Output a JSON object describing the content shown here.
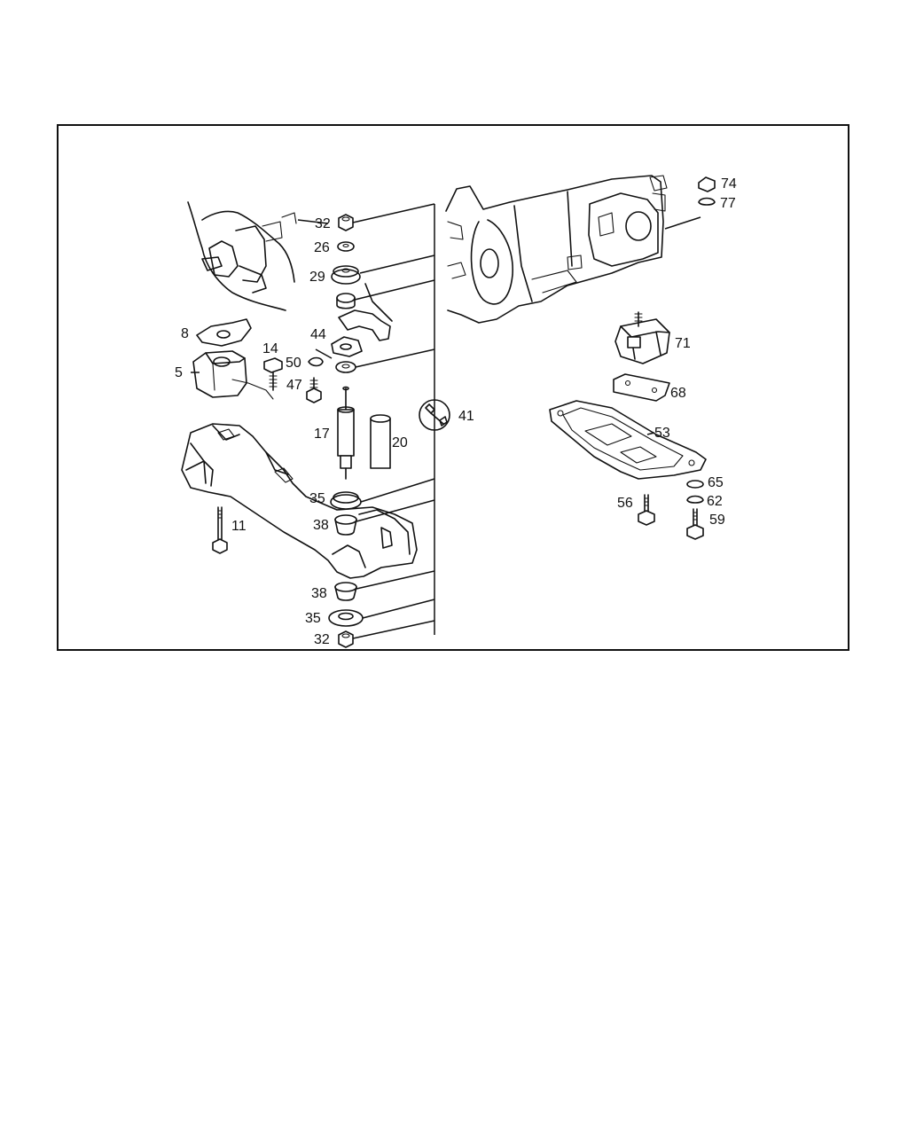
{
  "diagram": {
    "callouts": [
      "32",
      "26",
      "29",
      "44",
      "8",
      "14",
      "50",
      "5",
      "47",
      "17",
      "20",
      "41",
      "35",
      "38",
      "11",
      "38",
      "35",
      "32",
      "74",
      "77",
      "71",
      "68",
      "53",
      "65",
      "62",
      "56",
      "59"
    ]
  }
}
